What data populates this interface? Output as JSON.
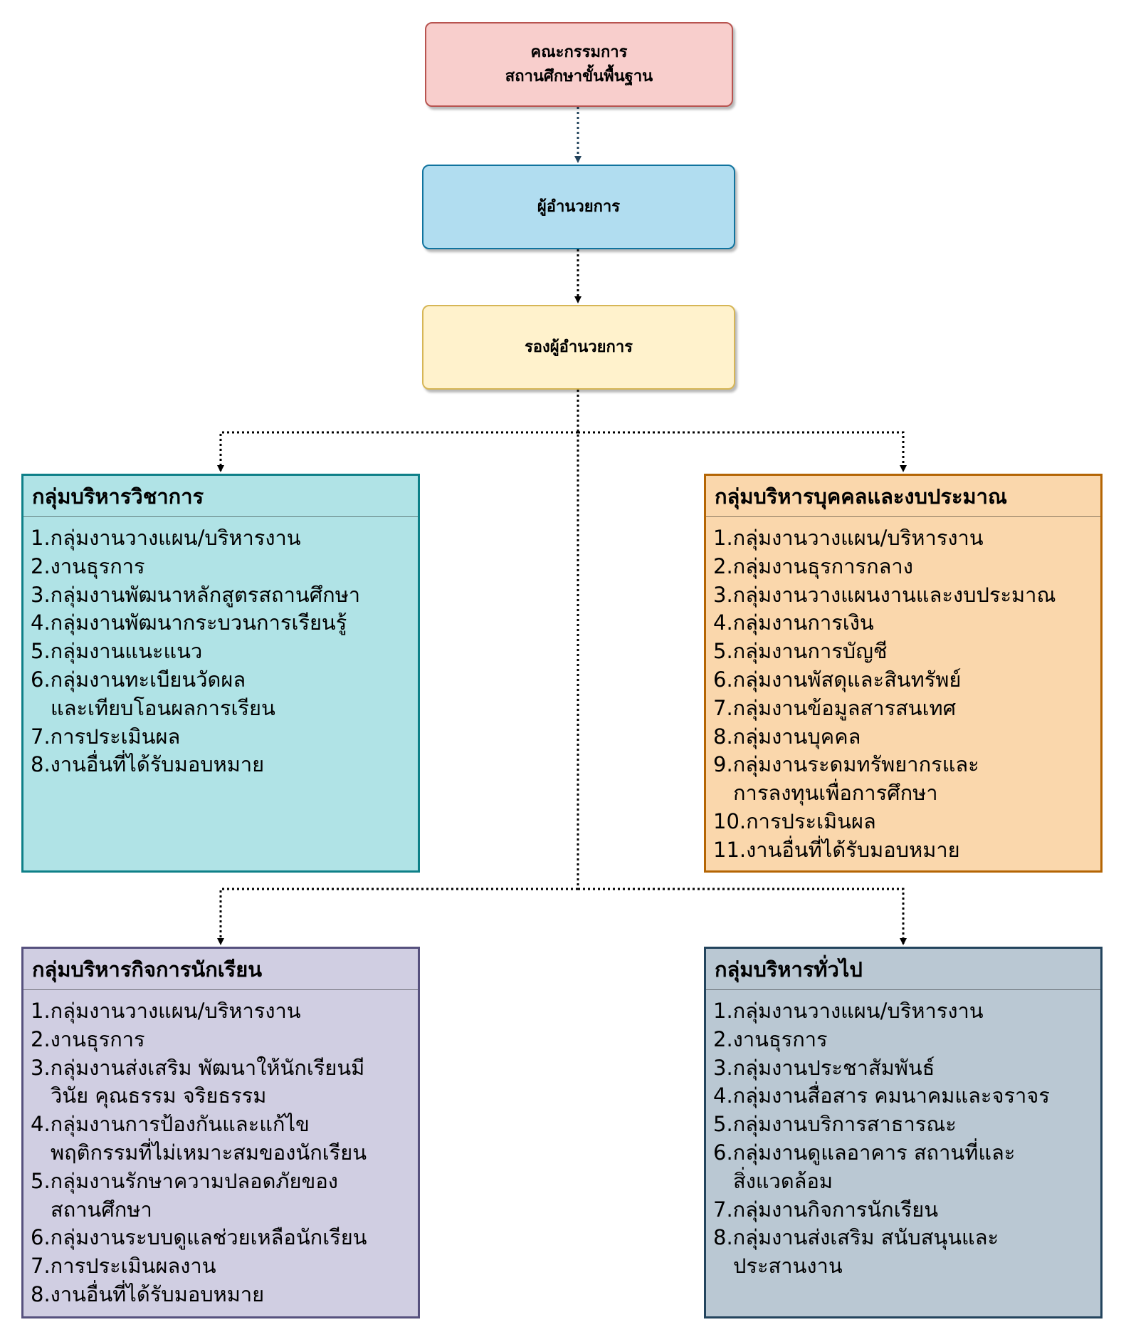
{
  "colors": {
    "committee_fill": "#f8cecc",
    "director_fill": "#b1ddf0",
    "deputy_fill": "#fff2cc",
    "academic_fill": "#b0e3e6",
    "personnel_fill": "#fad7ac",
    "student_fill": "#d0cee2",
    "general_fill": "#bac8d3",
    "connector": "#000000"
  },
  "nodes": {
    "committee": "คณะกรรมการ\nสถานศึกษาขั้นพื้นฐาน",
    "director": "ผู้อำนวยการ",
    "deputy": "รองผู้อำนวยการ"
  },
  "groups": {
    "academic": {
      "title": "กลุ่มบริหารวิชาการ",
      "items": [
        {
          "text": "1.กลุ่มงานวางแผน/บริหารงาน"
        },
        {
          "text": "2.งานธุรการ"
        },
        {
          "text": "3.กลุ่มงานพัฒนาหลักสูตรสถานศึกษา"
        },
        {
          "text": "4.กลุ่มงานพัฒนากระบวนการเรียนรู้"
        },
        {
          "text": "5.กลุ่มงานแนะแนว"
        },
        {
          "text": "6.กลุ่มงานทะเบียนวัดผล",
          "cont": "และเทียบโอนผลการเรียน"
        },
        {
          "text": "7.การประเมินผล"
        },
        {
          "text": "8.งานอื่นที่ได้รับมอบหมาย"
        }
      ]
    },
    "personnel": {
      "title": "กลุ่มบริหารบุคคลและงบประมาณ",
      "items": [
        {
          "text": "1.กลุ่มงานวางแผน/บริหารงาน"
        },
        {
          "text": "2.กลุ่มงานธุรการกลาง"
        },
        {
          "text": "3.กลุ่มงานวางแผนงานและงบประมาณ"
        },
        {
          "text": "4.กลุ่มงานการเงิน"
        },
        {
          "text": "5.กลุ่มงานการบัญชี"
        },
        {
          "text": "6.กลุ่มงานพัสดุและสินทรัพย์"
        },
        {
          "text": "7.กลุ่มงานข้อมูลสารสนเทศ"
        },
        {
          "text": "8.กลุ่มงานบุคคล"
        },
        {
          "text": "9.กลุ่มงานระดมทรัพยากรและ",
          "cont": "การลงทุนเพื่อการศึกษา"
        },
        {
          "text": "10.การประเมินผล"
        },
        {
          "text": "11.งานอื่นที่ได้รับมอบหมาย"
        }
      ]
    },
    "student": {
      "title": "กลุ่มบริหารกิจการนักเรียน",
      "items": [
        {
          "text": "1.กลุ่มงานวางแผน/บริหารงาน"
        },
        {
          "text": "2.งานธุรการ"
        },
        {
          "text": "3.กลุ่มงานส่งเสริม พัฒนาให้นักเรียนมี",
          "cont": "วินัย คุณธรรม จริยธรรม"
        },
        {
          "text": "4.กลุ่มงานการป้องกันและแก้ไข",
          "cont": "พฤติกรรมที่ไม่เหมาะสมของนักเรียน"
        },
        {
          "text": "5.กลุ่มงานรักษาความปลอดภัยของ",
          "cont": "สถานศึกษา"
        },
        {
          "text": "6.กลุ่มงานระบบดูแลช่วยเหลือนักเรียน"
        },
        {
          "text": "7.การประเมินผลงาน"
        },
        {
          "text": "8.งานอื่นที่ได้รับมอบหมาย"
        }
      ]
    },
    "general": {
      "title": "กลุ่มบริหารทั่วไป",
      "items": [
        {
          "text": "1.กลุ่มงานวางแผน/บริหารงาน"
        },
        {
          "text": "2.งานธุรการ"
        },
        {
          "text": "3.กลุ่มงานประชาสัมพันธ์"
        },
        {
          "text": "4.กลุ่มงานสื่อสาร คมนาคมและจราจร"
        },
        {
          "text": "5.กลุ่มงานบริการสาธารณะ"
        },
        {
          "text": "6.กลุ่มงานดูแลอาคาร สถานที่และ",
          "cont": "สิ่งแวดล้อม"
        },
        {
          "text": "7.กลุ่มงานกิจการนักเรียน"
        },
        {
          "text": "8.กลุ่มงานส่งเสริม สนับสนุนและ",
          "cont": "ประสานงาน"
        }
      ]
    }
  }
}
